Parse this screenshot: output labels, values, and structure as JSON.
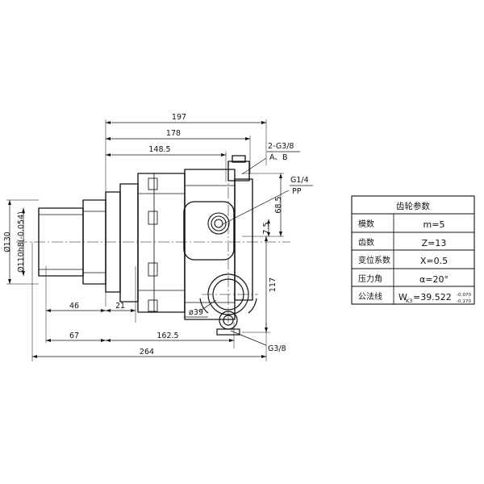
{
  "drawing": {
    "title": "Hydraulic gear pump outline dimension drawing",
    "background": "#ffffff",
    "line_color": "#111111",
    "dimension_color": "#111111"
  },
  "dimensions": {
    "top_chain": [
      {
        "id": "d197",
        "value": "197"
      },
      {
        "id": "d178",
        "value": "178"
      },
      {
        "id": "d1485",
        "value": "148.5"
      }
    ],
    "bottom_chain": [
      {
        "id": "d46",
        "value": "46"
      },
      {
        "id": "d21",
        "value": "21"
      },
      {
        "id": "d67",
        "value": "67"
      },
      {
        "id": "d1625",
        "value": "162.5"
      },
      {
        "id": "d264",
        "value": "264"
      }
    ],
    "left_vertical": [
      {
        "id": "dia130",
        "value": "Ø130"
      },
      {
        "id": "dia110h8",
        "value": "Ø110h8(-0.054)"
      },
      {
        "id": "dia110h8_base",
        "value": "Ø110h8(-"
      },
      {
        "id": "dia110h8_tol_upper",
        "value": "0"
      },
      {
        "id": "dia110h8_tol_lower",
        "value": "0.054"
      },
      {
        "id": "dia110h8_close",
        "value": ")"
      }
    ],
    "right_vertical": [
      {
        "id": "d685",
        "value": "68.5"
      },
      {
        "id": "d75",
        "value": "7.5"
      },
      {
        "id": "d117",
        "value": "117"
      }
    ],
    "diameters": [
      {
        "id": "dia39",
        "value": "ø39"
      }
    ]
  },
  "callouts": [
    {
      "id": "port-top",
      "line1": "2-G3/8",
      "line2": "A、B"
    },
    {
      "id": "port-drain",
      "line1": "G1/4",
      "line2": "PP"
    },
    {
      "id": "port-bottom",
      "line1": "G3/8",
      "line2": ""
    }
  ],
  "gear_table": {
    "header": "齿轮参数",
    "rows": [
      {
        "label": "模数",
        "value": "m=5",
        "sub": "",
        "tol_upper": "",
        "tol_lower": ""
      },
      {
        "label": "齿数",
        "value": "Z=13",
        "sub": "",
        "tol_upper": "",
        "tol_lower": ""
      },
      {
        "label": "变位系数",
        "value": "X=0.5",
        "sub": "",
        "tol_upper": "",
        "tol_lower": ""
      },
      {
        "label": "压力角",
        "value": "α=20°",
        "sub": "",
        "tol_upper": "",
        "tol_lower": ""
      },
      {
        "label": "公法线",
        "value": "=39.522",
        "sub": "W",
        "sub_small": "K3",
        "tol_upper": "-0.070",
        "tol_lower": "-0.170"
      }
    ]
  }
}
